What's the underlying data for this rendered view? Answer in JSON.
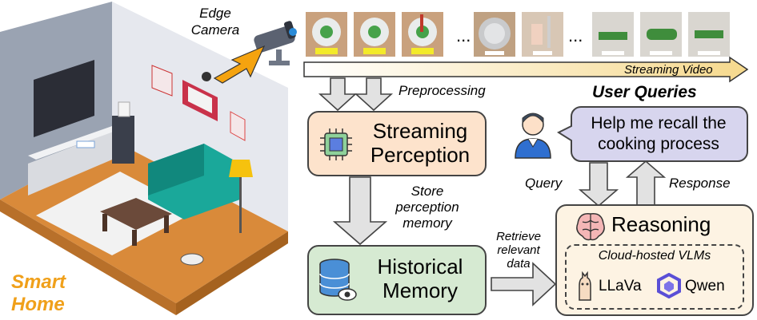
{
  "scene": {
    "label_line1": "Smart",
    "label_line2": "Home",
    "camera_label_line1": "Edge",
    "camera_label_line2": "Camera"
  },
  "video": {
    "label": "Streaming Video",
    "ellipsis": "...",
    "frames": 8
  },
  "flow": {
    "preprocessing": "Preprocessing",
    "store_line1": "Store",
    "store_line2": "perception",
    "store_line3": "memory",
    "retrieve_line1": "Retrieve",
    "retrieve_line2": "relevant",
    "retrieve_line3": "data",
    "query": "Query",
    "response": "Response"
  },
  "boxes": {
    "perception_line1": "Streaming",
    "perception_line2": "Perception",
    "memory_line1": "Historical",
    "memory_line2": "Memory",
    "reasoning": "Reasoning",
    "cloud": "Cloud-hosted VLMs",
    "model1": "LLaVa",
    "model2": "Qwen"
  },
  "user": {
    "title": "User Queries",
    "query_line1": "Help me recall the",
    "query_line2": "cooking process"
  },
  "colors": {
    "perception_fill": "#fde3cc",
    "memory_fill": "#d6ead2",
    "query_fill": "#d7d5ee",
    "reasoning_fill": "#fdf3e3",
    "arrow_fill": "#e2e2e2",
    "camera_arrow": "#f5a30f",
    "home_label": "#f0a01a"
  }
}
